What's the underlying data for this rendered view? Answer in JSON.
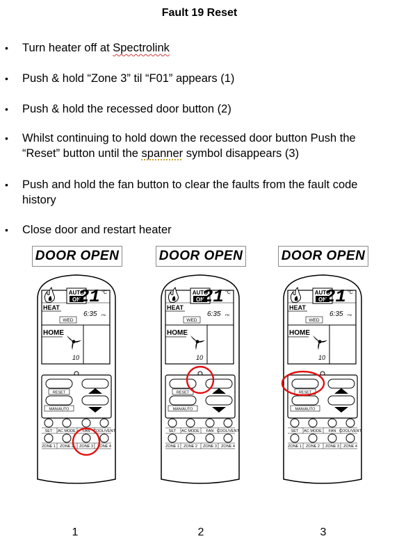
{
  "title": "Fault 19 Reset",
  "bullet_symbol": "•",
  "steps": [
    {
      "parts": [
        "Turn heater off at ",
        "Spectrolink",
        ""
      ]
    },
    {
      "parts": [
        "Push & hold “Zone 3” til “F01” appears (1)",
        "",
        ""
      ]
    },
    {
      "parts": [
        "Push & hold the recessed door button (2)",
        "",
        ""
      ]
    },
    {
      "parts": [
        "Whilst continuing to hold down the recessed door button Push the “Reset” button until the ",
        "spanner",
        " symbol disappears (3)"
      ]
    },
    {
      "parts": [
        "Push and hold the fan button to clear the faults from the fault code history",
        "",
        ""
      ]
    },
    {
      "parts": [
        "Close door and restart heater",
        "",
        ""
      ]
    }
  ],
  "remote": {
    "door_label": "DOOR OPEN",
    "mode_auto": "AUTO",
    "mode_on": "ON",
    "temperature": "21",
    "temp_unit": "°C",
    "heat_label": "HEAT",
    "time": "6:35",
    "time_suffix": "PM",
    "day": "WED",
    "home_label": "HOME",
    "fan_number": "10",
    "reset_label": "RESET",
    "manauto_label": "MAN/AUTO",
    "row1_labels": [
      "SET",
      "AC MODE",
      "FAN",
      "COOL/VENT"
    ],
    "row2_labels": [
      "ZONE 1",
      "ZONE 2",
      "ZONE 3",
      "ZONE 4"
    ]
  },
  "captions": [
    "1",
    "2",
    "3"
  ],
  "colors": {
    "highlight_circle": "#e01010",
    "spell_underline": "#d23a3a",
    "grammar_underline": "#c9a227"
  }
}
